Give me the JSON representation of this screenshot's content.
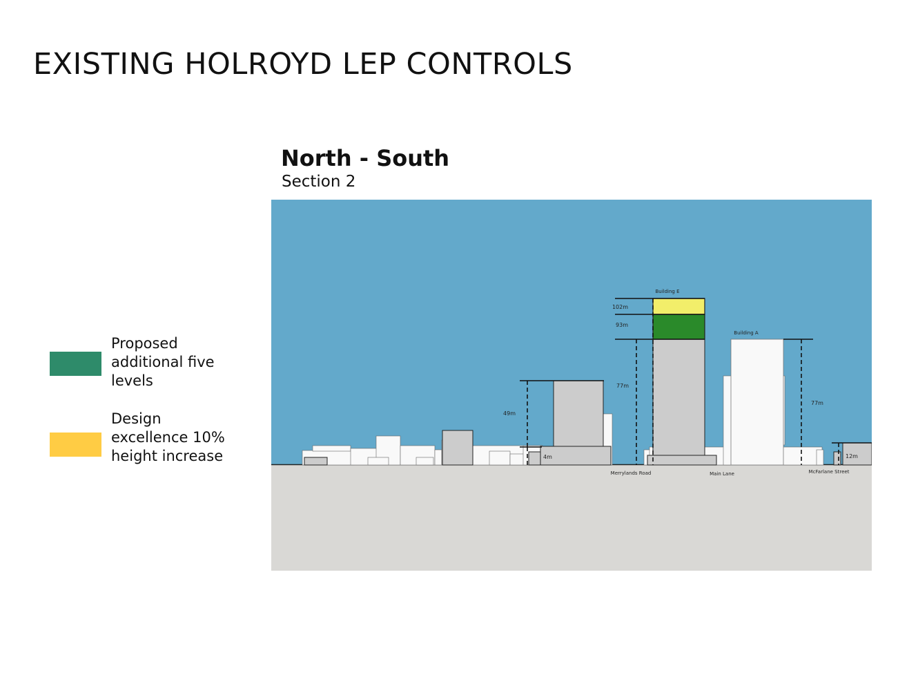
{
  "title": "EXISTING HOLROYD LEP CONTROLS",
  "section": {
    "heading": "North - South",
    "subheading": "Section 2"
  },
  "legend": [
    {
      "label": "Proposed additional five levels",
      "color": "#2e8b6a"
    },
    {
      "label": "Design excellence 10% height increase",
      "color": "#ffcc44"
    }
  ],
  "diagram": {
    "colors": {
      "sky": "#63a9cb",
      "ground": "#d9d8d5",
      "building_existing": "#f9f9f9",
      "building_proposed": "#cccccc",
      "additional_levels": "#2a8a2a",
      "design_excellence": "#f2ee6a"
    },
    "building_labels": {
      "building_e": "Building E",
      "building_a": "Building A"
    },
    "height_labels": {
      "h102": "102m",
      "h93": "93m",
      "h77_e": "77m",
      "h49": "49m",
      "h4": "4m",
      "h77_a": "77m",
      "h12": "12m"
    },
    "street_labels": {
      "merrylands": "Merrylands Road",
      "main_lane": "Main Lane",
      "mcfarlane": "McFarlane Street"
    }
  }
}
